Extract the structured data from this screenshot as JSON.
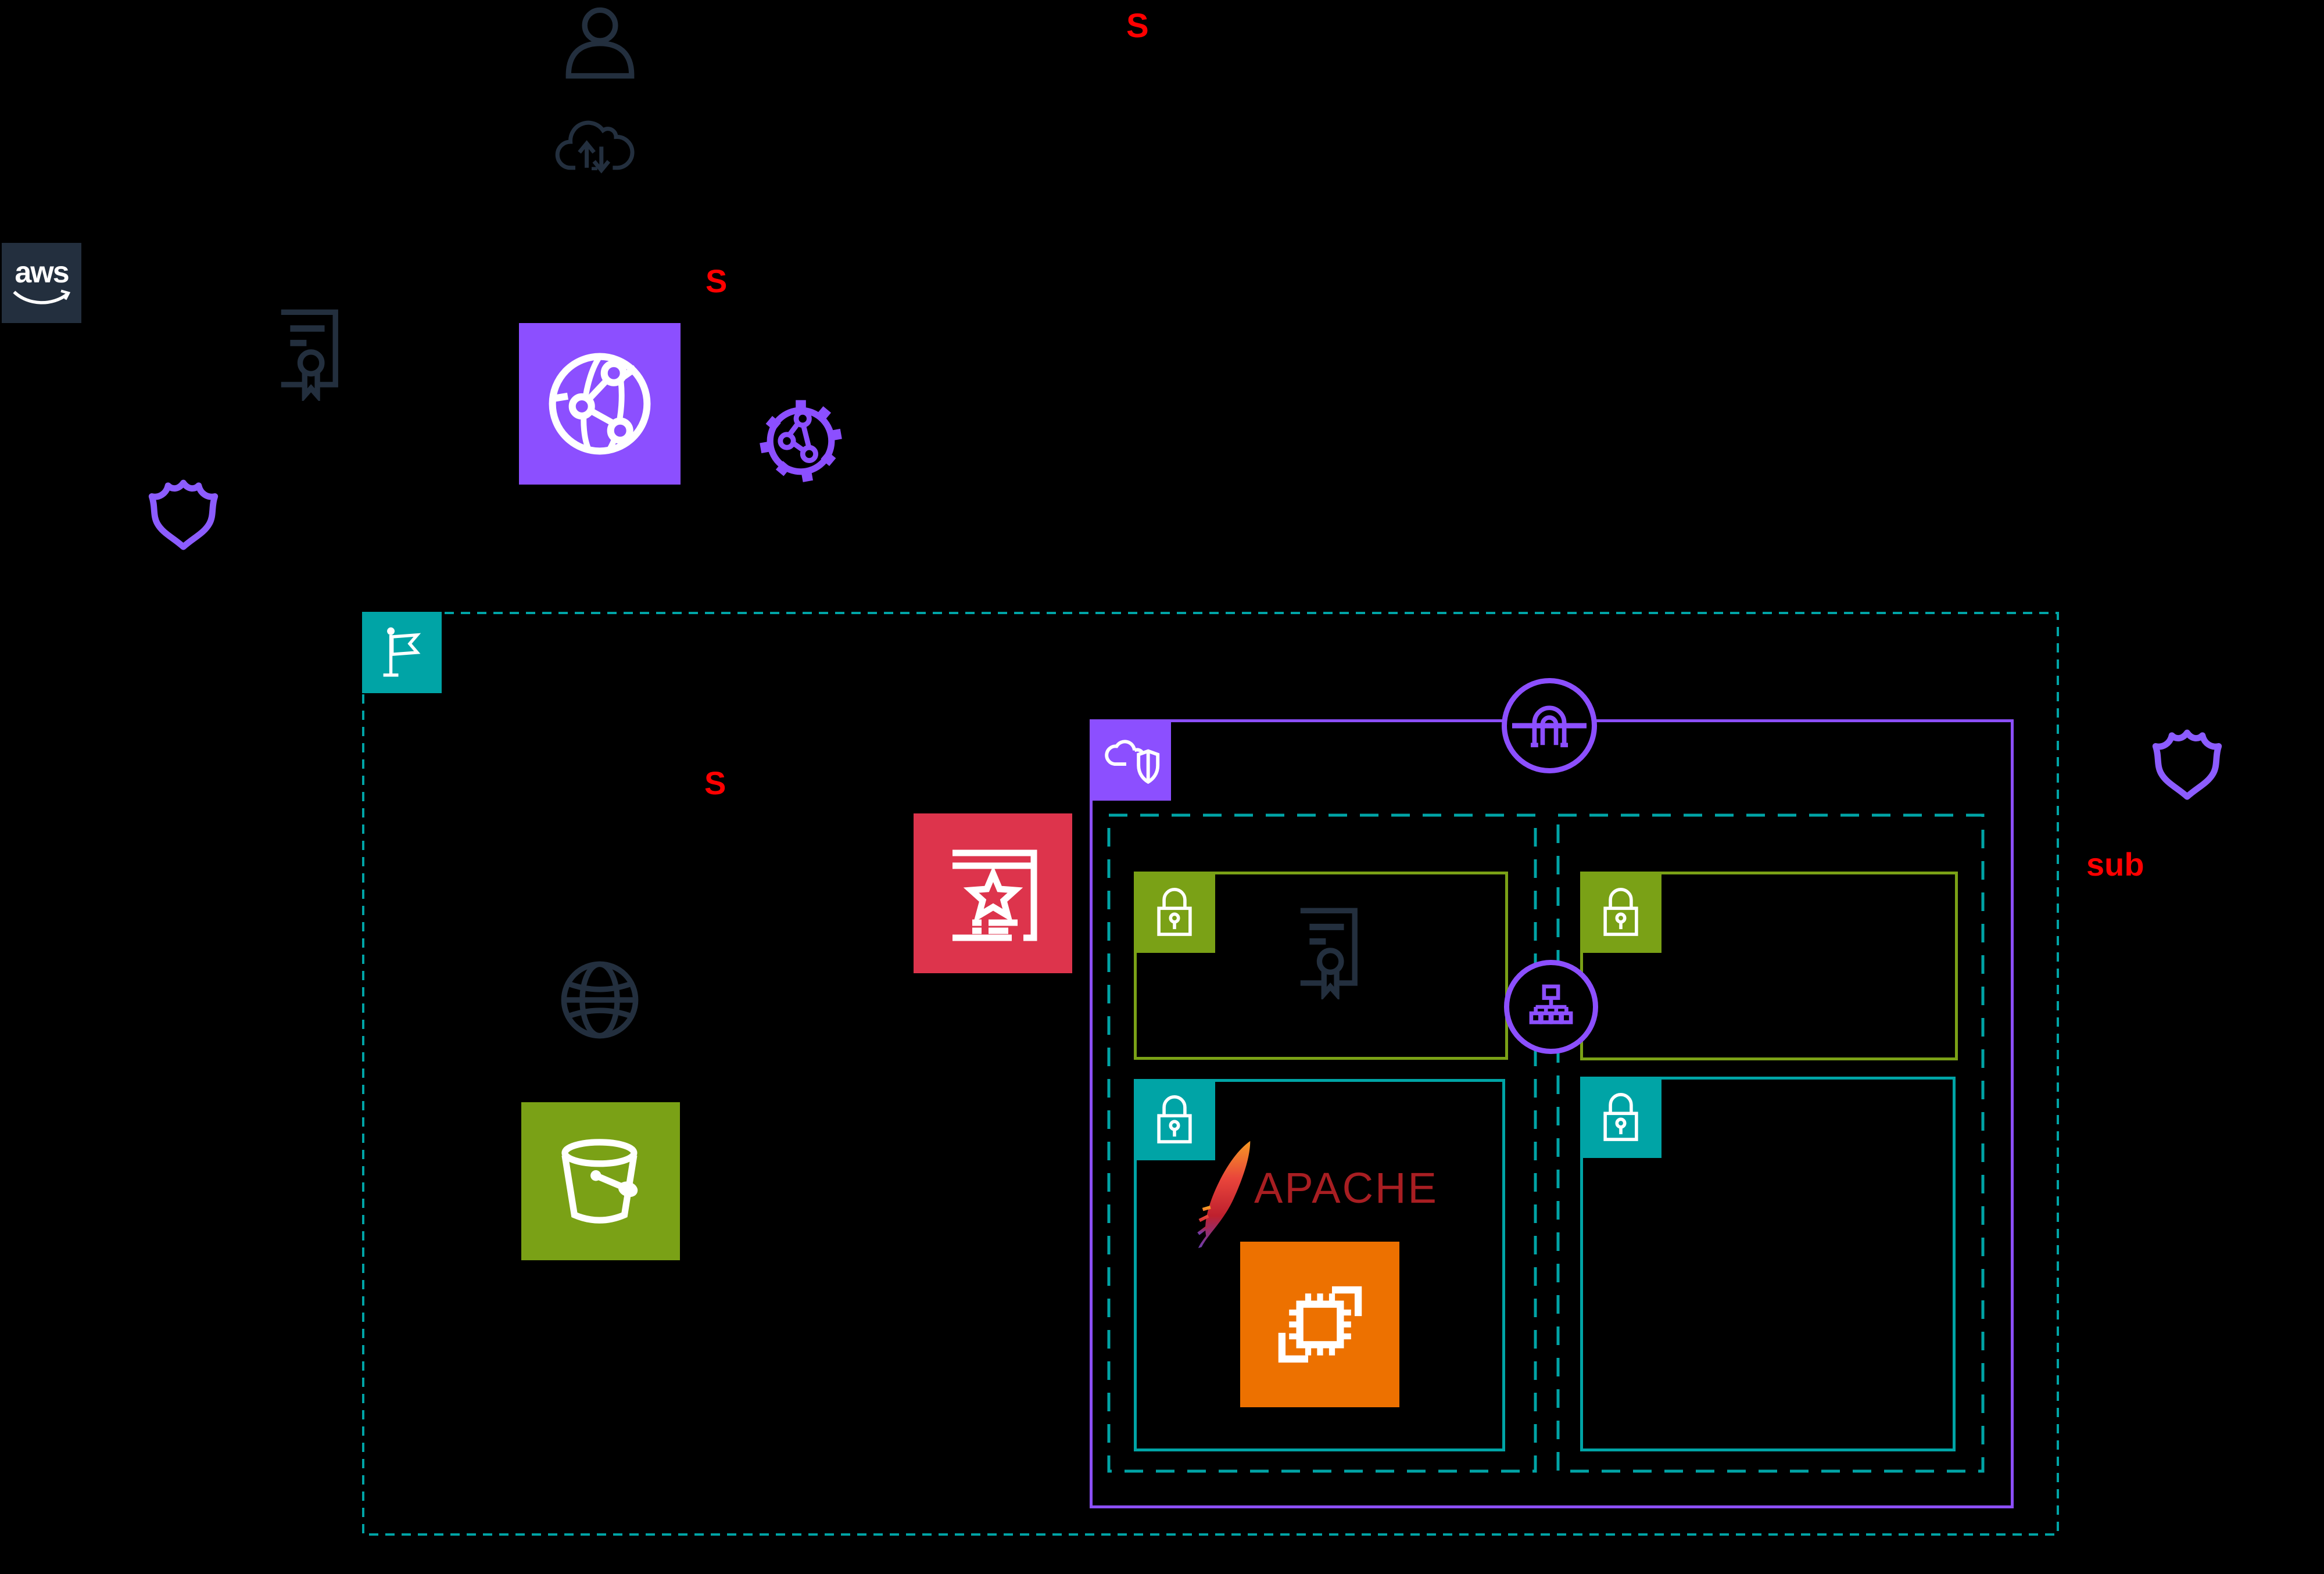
{
  "title": "AWS architecture diagram - CloudFront, WAF, S3 and VPC with public/private subnets",
  "labels": {
    "aws_logo": "aws",
    "s_top": "S",
    "s_cloudfront": "S",
    "s_region": "S",
    "sub_right": "sub",
    "apache": "APACHE"
  },
  "colors": {
    "background": "#000000",
    "dark_navy_icon": "#232F3E",
    "purple_network": "#8C4FFF",
    "teal_region": "#00A4A6",
    "green_storage": "#7AA116",
    "red_security_box": "#DD344C",
    "orange_compute": "#ED7100",
    "red_label_text": "#FF0000",
    "apache_red": "#A81E22",
    "white": "#FFFFFF"
  },
  "icons": {
    "user": "user-icon",
    "cloud_transfer": "cloud-up-down-icon",
    "aws_logo": "aws-logo",
    "certificate_external": "certificate-icon",
    "cloudfront": "globe-network-square-icon",
    "gear_network": "gear-network-icon",
    "shield_left": "shield-badge-icon",
    "region_flag": "region-flag-icon",
    "waf": "web-app-star-icon",
    "internet_globe": "globe-icon",
    "s3_bucket": "s3-bucket-icon",
    "vpc_label": "vpc-cloud-shield-icon",
    "internet_gateway": "internet-gateway-icon",
    "route_table": "route-table-icon",
    "security_lock_green": "lock-icon",
    "security_lock_teal": "lock-icon",
    "certificate_internal": "certificate-icon",
    "apache_feather": "apache-feather-icon",
    "ec2": "ec2-chip-icon",
    "shield_right": "shield-badge-icon"
  },
  "groups": {
    "region": "aws-region-dashed-boundary",
    "vpc": "vpc-purple-boundary",
    "subnet_left": "subnet-dashed-left",
    "subnet_right": "subnet-dashed-right",
    "sg_green_left": "security-group-green-left",
    "sg_green_right": "security-group-green-right",
    "sg_teal_left": "security-group-teal-left",
    "sg_teal_right": "security-group-teal-right"
  }
}
